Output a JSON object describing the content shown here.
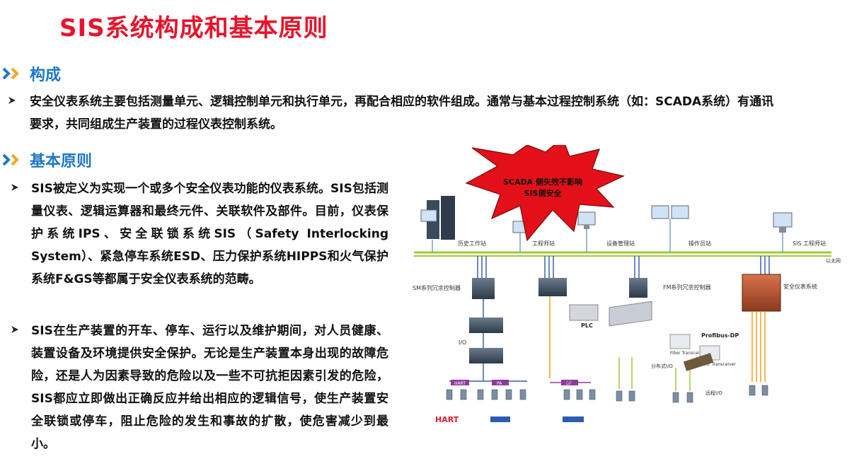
{
  "title": "SIS系统构成和基本原则",
  "sections": {
    "composition": {
      "label": "构成",
      "text": "安全仪表系统主要包括测量单元、逻辑控制单元和执行单元，再配合相应的软件组成。通常与基本过程控制系统（如：SCADA系统）有通讯要求，共同组成生产装置的过程仪表控制系统。"
    },
    "principles": {
      "label": "基本原则",
      "bullets": [
        "SIS被定义为实现一个或多个安全仪表功能的仪表系统。SIS包括测量仪表、逻辑运算器和最终元件、关联软件及部件。目前，仪表保护系统IPS、安全联锁系统SIS（Safety Interlocking System）、紧急停车系统ESD、压力保护系统HIPPS和火气保护系统F&GS等都属于安全仪表系统的范畴。",
        "SIS在生产装置的开车、停车、运行以及维护期间，对人员健康、装置设备及环境提供安全保护。无论是生产装置本身出现的故障危险，还是人为因素导致的危险以及一些不可抗拒因素引发的危险，SIS都应立即做出正确反应并给出相应的逻辑信号，使生产装置安全联锁或停车，阻止危险的发生和事故的扩散，使危害减少到最小。"
      ]
    }
  },
  "diagram": {
    "burst_line1": "SCADA 侧失效不影响",
    "burst_line2": "SIS侧安全",
    "stations": [
      "历史工作站",
      "工程师站",
      "设备管理站",
      "操作员站",
      "SIS 工程师站"
    ],
    "ethernet": "以太网",
    "sm_controller": "SM系列冗余控制器",
    "fm_controller": "FM系列冗余控制器",
    "sis_system": "安全仪表系统",
    "plc": "PLC",
    "io": "I/O",
    "hart": "HART",
    "pa": "PA",
    "dp": "DP",
    "profibus": "Profibus-DP",
    "fiber1": "Fiber Transceiver",
    "fiber2": "Fiber Transceiver",
    "distributed_io": "分布式I/O",
    "remote_io": "远程I/O",
    "hart_logo": "HART"
  }
}
